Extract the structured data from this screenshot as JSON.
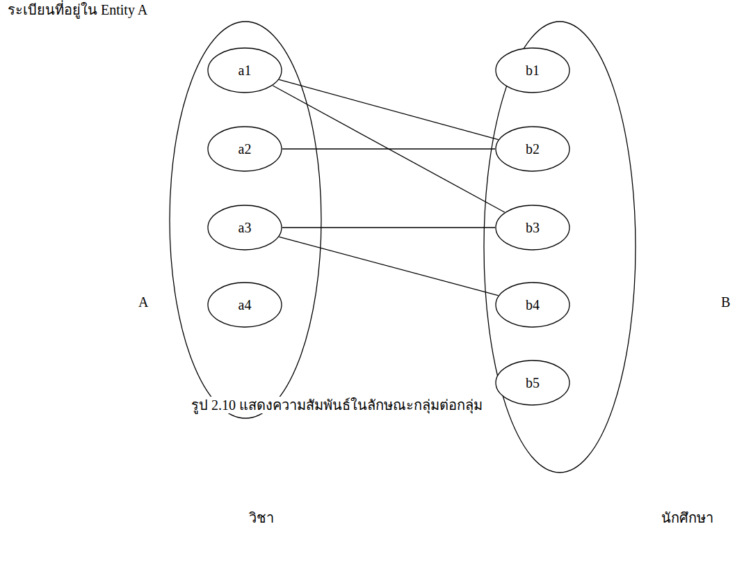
{
  "diagram": {
    "caption": "รูป 2.10 แสดงความสัมพันธ์ในลักษณะกลุ่มต่อกลุ่ม",
    "nodes": [
      {
        "text": [
          "A"
        ]
      },
      {
        "text": [
          "a1"
        ],
        "in": 0
      },
      {
        "text": [
          "a2"
        ],
        "in": 0
      },
      {
        "text": [
          "a3"
        ],
        "in": 0
      },
      {
        "text": [
          "a4"
        ],
        "in": 0
      },
      {
        "text": [
          "B"
        ]
      },
      {
        "text": [
          "b1"
        ],
        "in": 5
      },
      {
        "text": [
          "b2"
        ],
        "in": 5
      },
      {
        "text": [
          "b3"
        ],
        "in": 5
      },
      {
        "text": [
          "b4"
        ],
        "in": 5
      },
      {
        "text": [
          "b5"
        ],
        "in": 5
      }
    ],
    "edges": [
      {
        "from": 1,
        "to": 7,
        "arrow": "none"
      },
      {
        "from": 1,
        "to": 8,
        "arrow": "none"
      },
      {
        "from": 2,
        "to": 7,
        "arrow": "none"
      },
      {
        "from": 3,
        "to": 8,
        "arrow": "none"
      },
      {
        "from": 3,
        "to": 9,
        "arrow": "none"
      }
    ],
    "labels": [
      "ระเบียนที่อยู่ใน Entity A",
      "วิชา",
      "นักศึกษา"
    ]
  }
}
